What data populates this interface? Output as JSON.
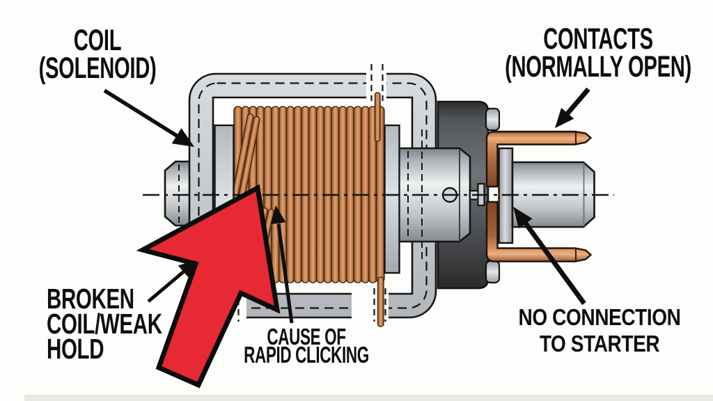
{
  "labels": {
    "coil": {
      "lines": [
        "COIL",
        "(SOLENOID)"
      ]
    },
    "contacts": {
      "lines": [
        "CONTACTS",
        "(NORMALLY OPEN)"
      ]
    },
    "broken_coil": {
      "lines": [
        "BROKEN",
        "COIL/WEAK",
        "HOLD"
      ]
    },
    "cause": {
      "lines": [
        "CAUSE OF",
        "RAPID CLICKING"
      ]
    },
    "no_connection": {
      "lines": [
        "NO CONNECTION",
        "TO STARTER"
      ]
    }
  },
  "colors": {
    "background": "#fdfdfb",
    "label_text": "#0d0d0d",
    "line_art_outline": "#141414",
    "copper_highlight": "#e8ab80",
    "copper_mid": "#c98450",
    "copper_shadow": "#7d4526",
    "metal_highlight": "#eef0f1",
    "metal_shadow": "#868d92",
    "housing_dark": "#4e5154",
    "fault_arrow_red": "#e62933"
  }
}
